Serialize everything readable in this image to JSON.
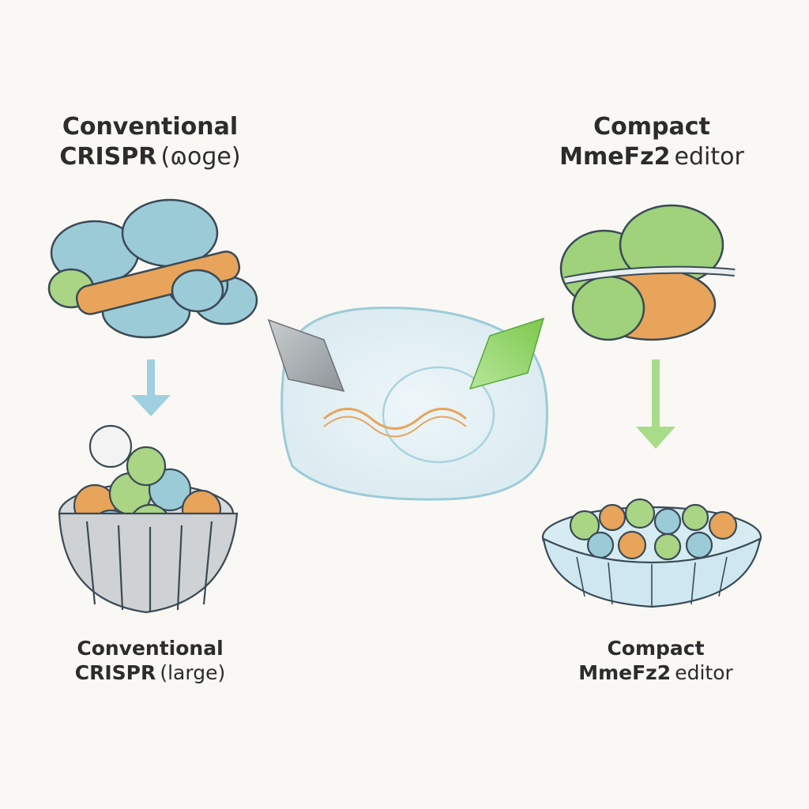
{
  "top_left": {
    "line1": "Conventional",
    "line2_bold": "CRISPR",
    "line2_reg": "(ɷoɡe)"
  },
  "top_right": {
    "line1": "Compact",
    "line2_bold": "MmeFz2",
    "line2_reg": "editor"
  },
  "bottom_left": {
    "line1": "Conventional",
    "line2_bold": "CRISPR",
    "line2_reg": "(large)"
  },
  "bottom_right": {
    "line1": "Compact",
    "line2_bold": "MmeFz2",
    "line2_reg": "editor"
  },
  "colors": {
    "blue": "#9ccbd8",
    "orange": "#e7a45a",
    "green": "#9fd27a",
    "outline": "#3a4a55",
    "cell": "#a9d3df",
    "arrow_blue": "#9fd0e0",
    "arrow_green": "#a8dc88"
  }
}
